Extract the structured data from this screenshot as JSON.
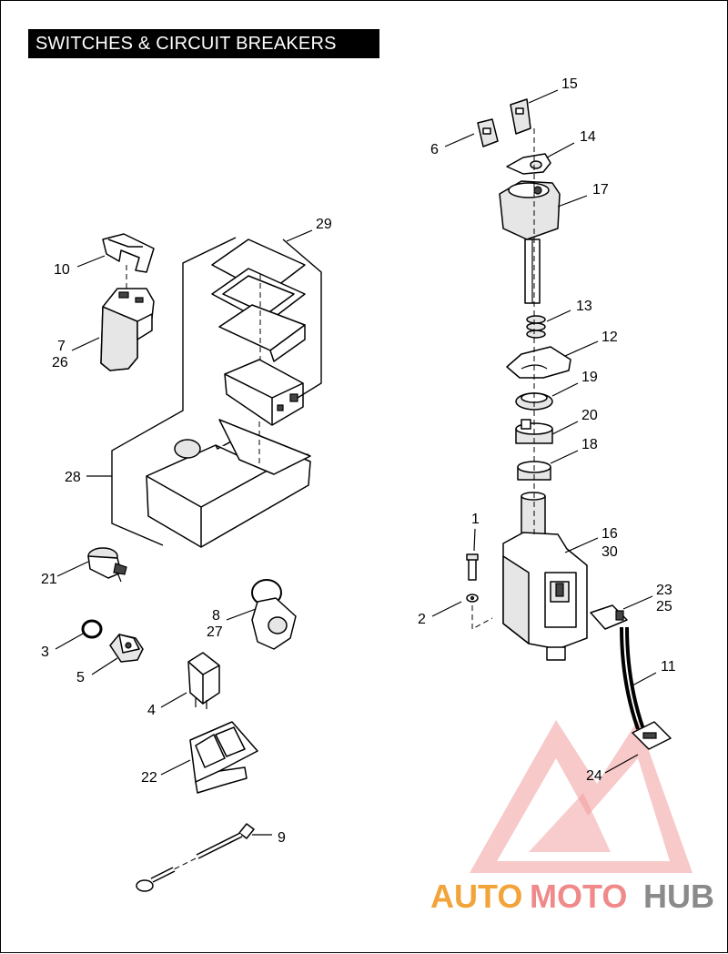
{
  "title": "SWITCHES & CIRCUIT BREAKERS",
  "callouts": {
    "c1": "1",
    "c2": "2",
    "c3": "3",
    "c4": "4",
    "c5": "5",
    "c6": "6",
    "c7": "7",
    "c26": "26",
    "c8": "8",
    "c27": "27",
    "c9": "9",
    "c10": "10",
    "c11": "11",
    "c12": "12",
    "c13": "13",
    "c14": "14",
    "c15": "15",
    "c16": "16",
    "c30": "30",
    "c17": "17",
    "c18": "18",
    "c19": "19",
    "c20": "20",
    "c21": "21",
    "c22": "22",
    "c23": "23",
    "c25": "25",
    "c24": "24",
    "c28": "28",
    "c29": "29"
  },
  "watermark": {
    "part1": "AUTO",
    "part2": "MOTO",
    "part3": "HUB",
    "color_orange": "#f2a43a",
    "color_pink": "#f08a8a",
    "color_gray": "#8a8a8a"
  }
}
